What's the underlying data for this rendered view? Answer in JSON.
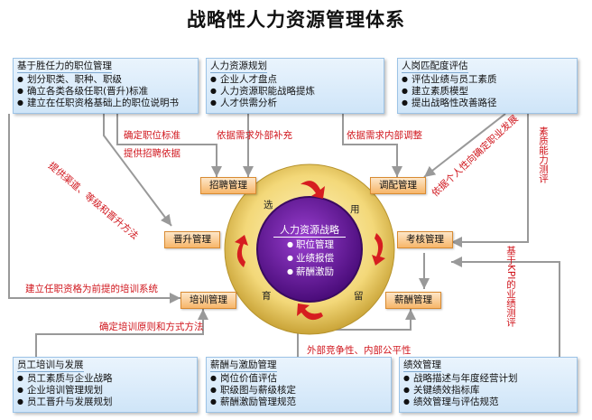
{
  "title": "战略性人力资源管理体系",
  "boxes": {
    "top_left": {
      "title": "基于胜任力的职位管理",
      "items": [
        "划分职类、职种、职级",
        "确立各类各级任职(晋升)标准",
        "建立在任职资格基础上的职位说明书"
      ]
    },
    "top_mid": {
      "title": "人力资源规划",
      "items": [
        "企业人才盘点",
        "人力资源职能战略提炼",
        "人才供需分析"
      ]
    },
    "top_right": {
      "title": "人岗匹配度评估",
      "items": [
        "评估业绩与员工素质",
        "建立素质模型",
        "提出战略性改善路径"
      ]
    },
    "bot_left": {
      "title": "员工培训与发展",
      "items": [
        "员工素质与企业战略",
        "企业培训管理规划",
        "员工晋升与发展规划"
      ]
    },
    "bot_mid": {
      "title": "薪酬与激励管理",
      "items": [
        "岗位价值评估",
        "职级图与薪级核定",
        "薪酬激励管理规范"
      ]
    },
    "bot_right": {
      "title": "绩效管理",
      "items": [
        "战略描述与年度经营计划",
        "关键绩效指标库",
        "绩效管理与评估规范"
      ]
    }
  },
  "modules": {
    "recruit": "招聘管理",
    "adjust": "调配管理",
    "promote": "晋升管理",
    "assess": "考核管理",
    "train": "培训管理",
    "pay": "薪酬管理"
  },
  "ring": {
    "select": "选",
    "use": "用",
    "cultivate": "育",
    "retain": "留"
  },
  "center": {
    "title": "人力资源战略",
    "items": [
      "职位管理",
      "业绩报偿",
      "薪酬激励"
    ]
  },
  "labels": {
    "position_standard": "确定职位标准",
    "recruit_basis": "提供招聘依据",
    "external": "依据需求外部补充",
    "internal": "依据需求内部调整",
    "promote_path": "提供渠道、等级和晋升方法",
    "personal_dev": "依据个人性向确定职业发展",
    "qualification_training": "建立任职资格为前提的培训系统",
    "training_principles": "确定培训原则和方式方法",
    "pay_fairness": "外部竞争性、内部公平性",
    "quality_test": "素质能力测评",
    "kpi_test": "基于KPI的业绩测评"
  }
}
